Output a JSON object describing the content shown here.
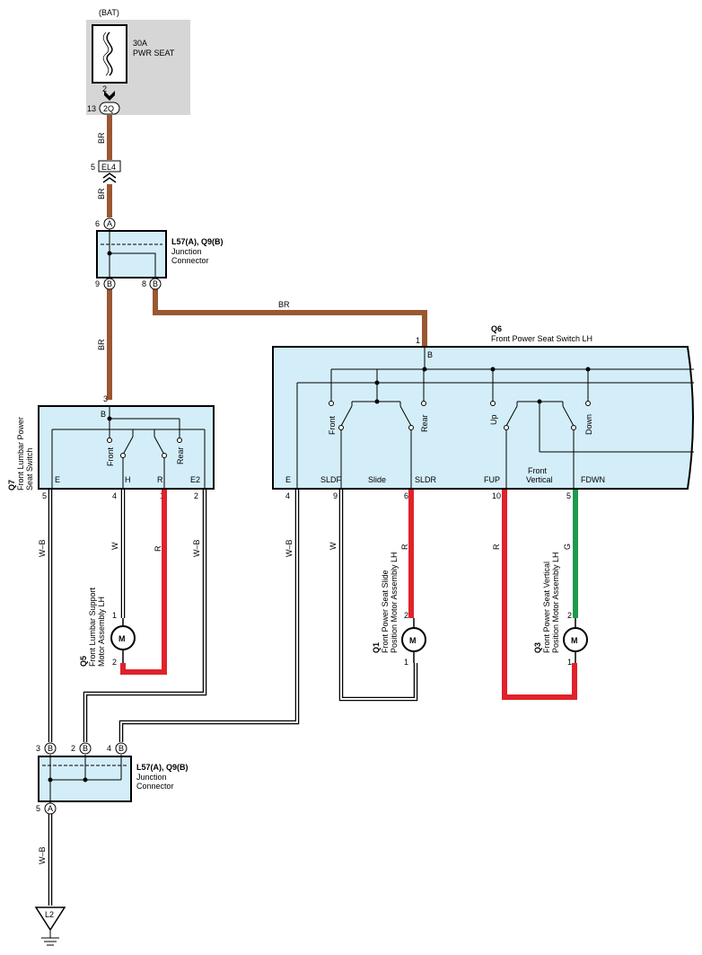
{
  "colors": {
    "brown": "#9b5731",
    "red": "#e0222b",
    "green": "#1e9a4c",
    "box": "#d3eef9",
    "fusebox": "#d6d6d6"
  },
  "fuse": {
    "source": "(BAT)",
    "rating": "30A",
    "name": "PWR SEAT",
    "pin": "2",
    "conn_pin": "13",
    "conn": "2Q"
  },
  "el4": {
    "pin": "5",
    "name": "EL4"
  },
  "jc_top": {
    "title": "L57(A), Q9(B)",
    "sub1": "Junction",
    "sub2": "Connector",
    "pinA": "6",
    "pinB1": "9",
    "pinB2": "8",
    "A": "A",
    "B": "B"
  },
  "jc_bot": {
    "title": "L57(A), Q9(B)",
    "sub1": "Junction",
    "sub2": "Connector",
    "pin3": "3",
    "pin2": "2",
    "pin4": "4",
    "pin5": "5",
    "A": "A",
    "B": "B"
  },
  "wire_br": "BR",
  "q6": {
    "id": "Q6",
    "name": "Front Power Seat Switch LH",
    "pin1": "1",
    "B": "B",
    "sw_front": "Front",
    "sw_rear": "Rear",
    "sw_up": "Up",
    "sw_down": "Down",
    "t_e": "E",
    "t_sldf": "SLDF",
    "t_slide": "Slide",
    "t_sldr": "SLDR",
    "t_fup": "FUP",
    "t_front": "Front",
    "t_vertical": "Vertical",
    "t_fdwn": "FDWN",
    "p4": "4",
    "p9": "9",
    "p6": "6",
    "p10": "10",
    "p5": "5"
  },
  "q7": {
    "id": "Q7",
    "name1": "Front Lumbar Power",
    "name2": "Seat Switch",
    "pin3": "3",
    "B": "B",
    "sw_front": "Front",
    "sw_rear": "Rear",
    "t_e": "E",
    "t_h": "H",
    "t_r": "R",
    "t_e2": "E2",
    "p5": "5",
    "p4": "4",
    "p1": "1",
    "p2": "2"
  },
  "wires": {
    "wb": "W–B",
    "w": "W",
    "r": "R",
    "g": "G"
  },
  "q5": {
    "id": "Q5",
    "n1": "Front Lumbar Support",
    "n2": "Motor Assembly LH",
    "p1": "1",
    "p2": "2",
    "m": "M"
  },
  "q1": {
    "id": "Q1",
    "n1": "Front Power Seat Slide",
    "n2": "Position Motor Assembly LH",
    "p1": "1",
    "p2": "2",
    "m": "M"
  },
  "q3": {
    "id": "Q3",
    "n1": "Front Power Seat Vertical",
    "n2": "Position Motor Assembly LH",
    "p1": "1",
    "p2": "2",
    "m": "M"
  },
  "ground": {
    "name": "L2"
  }
}
